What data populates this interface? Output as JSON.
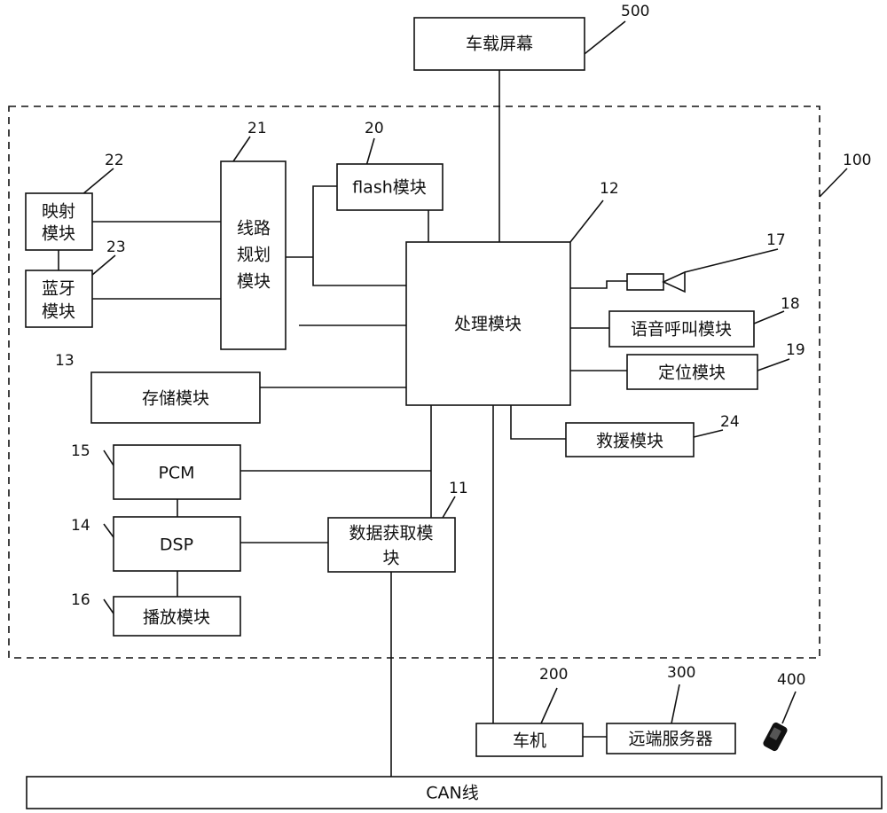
{
  "boxes": {
    "screen": "车载屏幕",
    "flash": "flash模块",
    "mapping": [
      "映射",
      "模块"
    ],
    "bluetooth": [
      "蓝牙",
      "模块"
    ],
    "route_planning": [
      "线路",
      "规划",
      "模块"
    ],
    "processing": "处理模块",
    "voice_call": "语音呼叫模块",
    "positioning": "定位模块",
    "storage": "存储模块",
    "rescue": "救援模块",
    "pcm": "PCM",
    "dsp": "DSP",
    "playback": "播放模块",
    "data_acquisition": [
      "数据获取模",
      "块"
    ],
    "head_unit": "车机",
    "remote_server": "远端服务器",
    "can_bus": "CAN线"
  },
  "refs": {
    "screen": "500",
    "system": "100",
    "route_planning": "21",
    "flash": "20",
    "mapping": "22",
    "bluetooth": "23",
    "processing": "12",
    "camera": "17",
    "voice_call": "18",
    "positioning": "19",
    "storage": "13",
    "rescue": "24",
    "pcm": "15",
    "data_acquisition": "11",
    "dsp": "14",
    "playback": "16",
    "head_unit": "200",
    "remote_server": "300",
    "phone": "400"
  },
  "icons": {
    "camera": "camera-icon",
    "phone": "mobile-phone-icon"
  }
}
